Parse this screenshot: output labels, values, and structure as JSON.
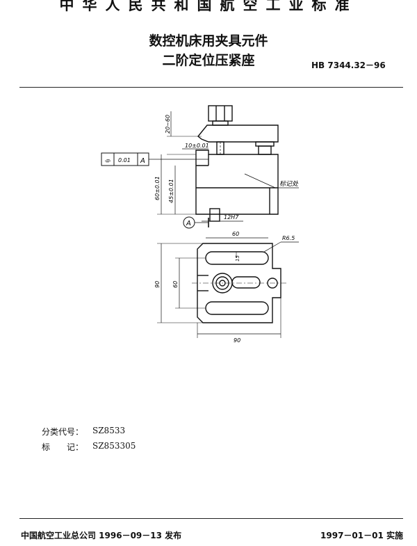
{
  "header": {
    "standard_name": "中华人民共和国航空工业标准"
  },
  "document": {
    "title_line1": "数控机床用夹具元件",
    "title_line2": "二阶定位压紧座",
    "code": "HB 7344.32－96"
  },
  "drawing": {
    "dim_top_height": "20~60",
    "dim_step_width": "10±0.01",
    "tolerance_symbol": "⌯",
    "tolerance_value": "0.01",
    "tolerance_datum": "A",
    "dim_left_height": "60±0.01",
    "dim_inner_height": "45±0.01",
    "material_note": "标记处",
    "dim_slot": "12H7",
    "datum_label": "A",
    "dim_plan_width": "60",
    "dim_radius": "R6.5",
    "dim_slot_offset": "15",
    "dim_plan_height_outer": "90",
    "dim_plan_height_inner": "60",
    "dim_plan_bottom": "90"
  },
  "classification": {
    "label1": "分类代号：",
    "value1": "SZ8533",
    "label2": "标　　记：",
    "value2": "SZ853305"
  },
  "footer": {
    "issued": "中国航空工业总公司 1996－09－13 发布",
    "effective": "1997－01－01 实施"
  }
}
